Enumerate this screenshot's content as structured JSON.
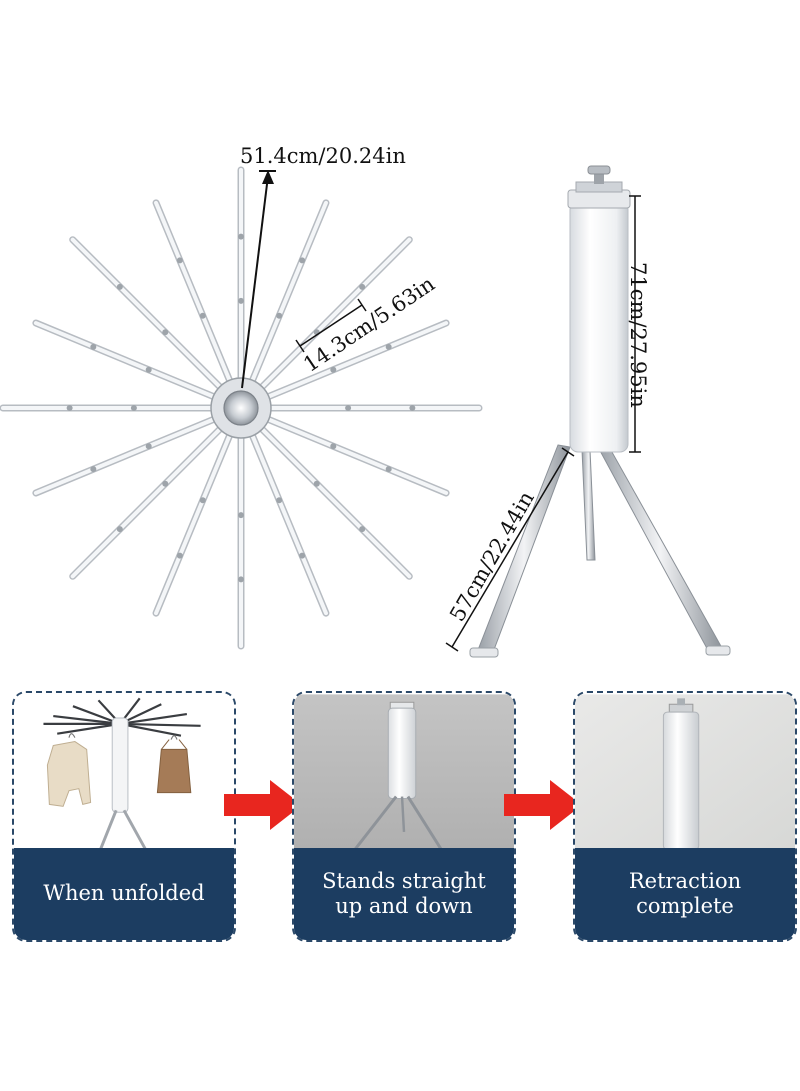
{
  "dimensions": {
    "arm_length": "51.4cm/20.24in",
    "segment_length": "14.3cm/5.63in",
    "column_height": "71cm/27.95in",
    "leg_length": "57cm/22.44in"
  },
  "steps": [
    {
      "caption": "When unfolded"
    },
    {
      "caption": "Stands straight\nup and down"
    },
    {
      "caption": "Retraction\ncomplete"
    }
  ],
  "colors": {
    "caption_bg": "#1c3d61",
    "panel_border": "#2a4868",
    "arrow": "#e8261f",
    "metal": "#c9cdd2"
  },
  "icons": [
    "arrow-right-icon",
    "arrow-right-icon"
  ]
}
